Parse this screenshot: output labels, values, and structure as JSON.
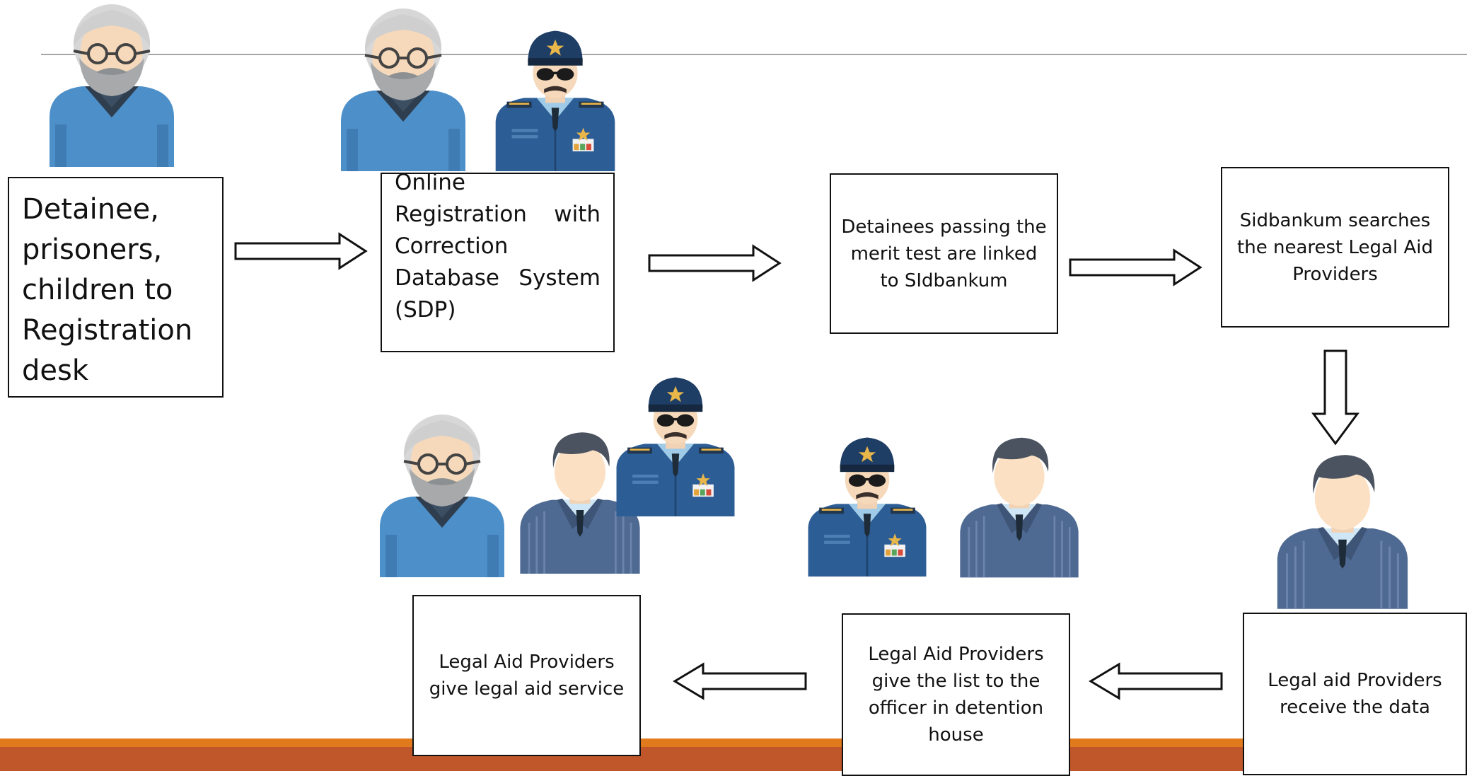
{
  "boxes": {
    "registration_desk": "Detainee, prisoners, children to Registration desk",
    "online_registration": "Online Registration with Correction Database System (SDP)",
    "merit_test": "Detainees passing the merit test are linked to SIdbankum",
    "search_providers": "Sidbankum searches the nearest Legal Aid Providers",
    "receive_data": "Legal aid Providers receive the data",
    "give_list": "Legal Aid Providers give the list to the officer in detention house",
    "legal_service": "Legal Aid Providers give legal aid service"
  },
  "colors": {
    "bottom_bar": "#c0572b",
    "bottom_accent": "#e17a1c",
    "top_rule": "#a6a6a6",
    "detainee_shirt": "#4d8fc9",
    "officer_uniform": "#2d5d95",
    "lawyer_suit": "#4f6a92"
  },
  "icons": {
    "detainee": "elderly-man-icon",
    "officer": "police-officer-icon",
    "lawyer": "lawyer-icon"
  }
}
